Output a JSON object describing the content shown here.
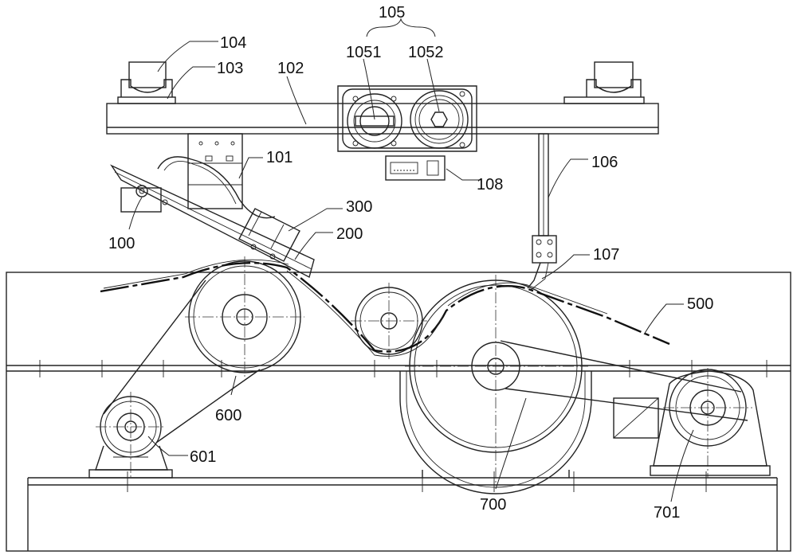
{
  "labels": {
    "l100": "100",
    "l101": "101",
    "l102": "102",
    "l103": "103",
    "l104": "104",
    "l105": "105",
    "l1051": "1051",
    "l1052": "1052",
    "l106": "106",
    "l107": "107",
    "l108": "108",
    "l200": "200",
    "l300": "300",
    "l500": "500",
    "l600": "600",
    "l601": "601",
    "l700": "700",
    "l701": "701"
  }
}
